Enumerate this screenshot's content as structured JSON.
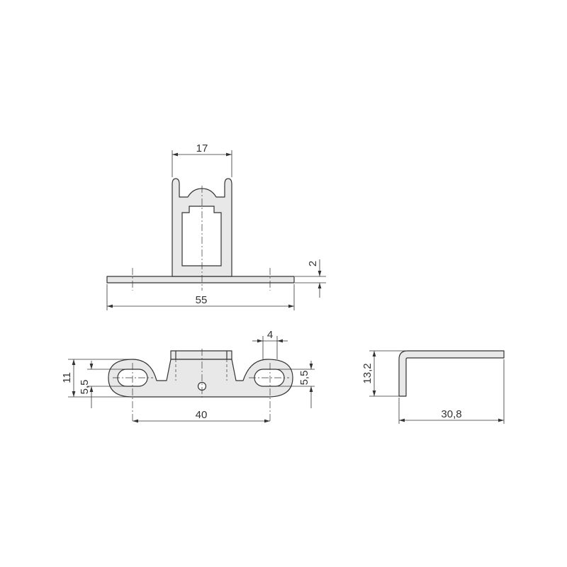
{
  "colors": {
    "part_fill": "#e8e8e8",
    "line": "#333333",
    "background": "#ffffff"
  },
  "dimensions": {
    "top_width": "17",
    "base_thickness": "2",
    "base_length": "55",
    "tab_width": "4",
    "overall_height": "11",
    "left_slot": "5,5",
    "right_slot": "5,5",
    "hole_spacing": "40",
    "side_height": "13,2",
    "side_length": "30,8"
  }
}
